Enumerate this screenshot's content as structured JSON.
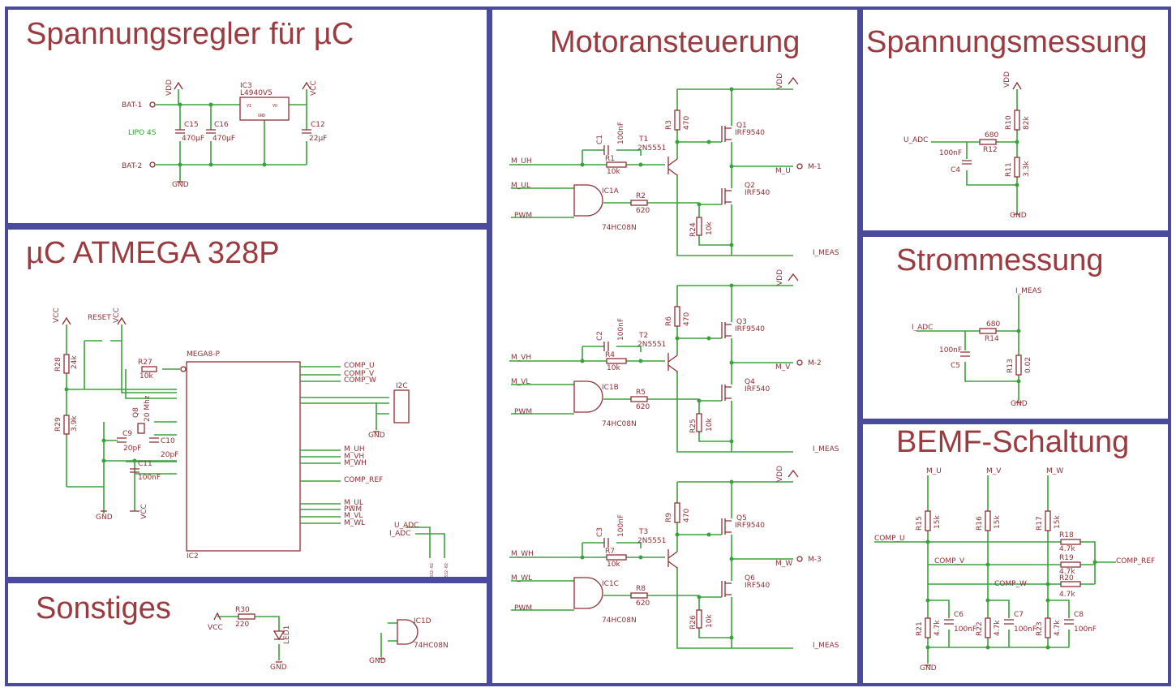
{
  "sections": {
    "regulator": "Spannungsregler für µC",
    "mcu": "µC ATMEGA 328P",
    "misc": "Sonstiges",
    "motor": "Motoransteuerung",
    "voltage": "Spannungsmessung",
    "current": "Strommessung",
    "bemf": "BEMF-Schaltung"
  },
  "regulator": {
    "vdd": "VDD",
    "vcc": "VCC",
    "ic3": "IC3",
    "ic3_part": "L4940V5",
    "vi": "VI",
    "vo": "VO",
    "gnd_pin": "GND",
    "bat1": "BAT-1",
    "bat2": "BAT-2",
    "lipo": "LIPO 4S",
    "c15": "C15",
    "c15v": "470µF",
    "c16": "C16",
    "c16v": "470µF",
    "c12": "C12",
    "c12v": "22µF",
    "gnd": "GND"
  },
  "mcu": {
    "vcc1": "VCC",
    "vcc2": "VCC",
    "vcc3": "VCC",
    "reset": "RESET",
    "r28": "R28",
    "r28v": "24k",
    "r29": "R29",
    "r29v": "3.9k",
    "r27": "R27",
    "r27v": "10k",
    "mega": "MEGA8-P",
    "ic2": "IC2",
    "c9": "C9",
    "c9v": "20pF",
    "q8": "Q8",
    "q8v": "20 Mhz",
    "c10": "C10",
    "c10v": "20pF",
    "c11": "C11",
    "c11v": "100nF",
    "gnd1": "GND",
    "gnd2": "GND",
    "i2c": "I2C",
    "nets_right": [
      "COMP_U",
      "COMP_V",
      "COMP_W",
      "M_UH",
      "M_VH",
      "M_WH",
      "COMP_REF",
      "M_UL",
      "PWM",
      "M_VL",
      "M_WL"
    ],
    "u_adc": "U_ADC",
    "i_adc": "I_ADC",
    "conn1": "332-02",
    "conn2": "332-02"
  },
  "misc": {
    "r30": "R30",
    "r30v": "220",
    "vcc": "VCC",
    "led": "LED1",
    "gnd1": "GND",
    "gnd2": "GND",
    "ic1d": "IC1D",
    "ic1d_part": "74HC08N"
  },
  "motor": {
    "phases": [
      {
        "vdd": "VDD",
        "c": "C1",
        "cv": "100nF",
        "t": "T1",
        "tpart": "2N5551",
        "rb": "R1",
        "rbv": "10k",
        "rc": "R3",
        "rcv": "470",
        "qh": "Q1",
        "qhpart": "IRF9540",
        "ql": "Q2",
        "qlpart": "IRF540",
        "rg": "R2",
        "rgv": "620",
        "rp": "R24",
        "rpv": "10k",
        "ic": "IC1A",
        "icpart": "74HC08N",
        "in_h": "M_UH",
        "in_l": "M_UL",
        "pwm": "PWM",
        "out": "M_U",
        "conn": "M-1",
        "meas": "I_MEAS"
      },
      {
        "vdd": "VDD",
        "c": "C2",
        "cv": "100nF",
        "t": "T2",
        "tpart": "2N5551",
        "rb": "R4",
        "rbv": "10k",
        "rc": "R6",
        "rcv": "470",
        "qh": "Q3",
        "qhpart": "IRF9540",
        "ql": "Q4",
        "qlpart": "IRF540",
        "rg": "R5",
        "rgv": "620",
        "rp": "R25",
        "rpv": "10k",
        "ic": "IC1B",
        "icpart": "74HC08N",
        "in_h": "M_VH",
        "in_l": "M_VL",
        "pwm": "PWM",
        "out": "M_V",
        "conn": "M-2",
        "meas": "I_MEAS"
      },
      {
        "vdd": "VDD",
        "c": "C3",
        "cv": "100nF",
        "t": "T3",
        "tpart": "2N5551",
        "rb": "R7",
        "rbv": "10k",
        "rc": "R9",
        "rcv": "470",
        "qh": "Q5",
        "qhpart": "IRF9540",
        "ql": "Q6",
        "qlpart": "IRF540",
        "rg": "R8",
        "rgv": "620",
        "rp": "R26",
        "rpv": "10k",
        "ic": "IC1C",
        "icpart": "74HC08N",
        "in_h": "M_WH",
        "in_l": "M_WL",
        "pwm": "PWM",
        "out": "M_W",
        "conn": "M-3",
        "meas": "I_MEAS"
      }
    ]
  },
  "voltage": {
    "vdd": "VDD",
    "r10": "R10",
    "r10v": "82k",
    "r11": "R11",
    "r11v": "3.3k",
    "r12": "R12",
    "r12v": "680",
    "c4": "C4",
    "c4v": "100nF",
    "u_adc": "U_ADC",
    "gnd": "GND"
  },
  "current": {
    "i_meas": "I_MEAS",
    "i_adc": "I_ADC",
    "r14": "R14",
    "r14v": "680",
    "c5": "C5",
    "c5v": "100nF",
    "r13": "R13",
    "r13v": "0.02",
    "gnd": "GND"
  },
  "bemf": {
    "m_u": "M_U",
    "m_v": "M_V",
    "m_w": "M_W",
    "r15": "R15",
    "r15v": "15k",
    "r16": "R16",
    "r16v": "15k",
    "r17": "R17",
    "r17v": "15k",
    "r18": "R18",
    "r18v": "4.7k",
    "r19": "R19",
    "r19v": "4.7k",
    "r20": "R20",
    "r20v": "4.7k",
    "comp_u": "COMP_U",
    "comp_v": "COMP_V",
    "comp_w": "COMP_W",
    "comp_ref": "COMP_REF",
    "r21": "R21",
    "r21v": "4.7k",
    "r22": "R22",
    "r22v": "4.7k",
    "r23": "R23",
    "r23v": "4.7k",
    "c6": "C6",
    "c6v": "100nF",
    "c7": "C7",
    "c7v": "100nF",
    "c8": "C8",
    "c8v": "100nF",
    "gnd": "GND"
  }
}
